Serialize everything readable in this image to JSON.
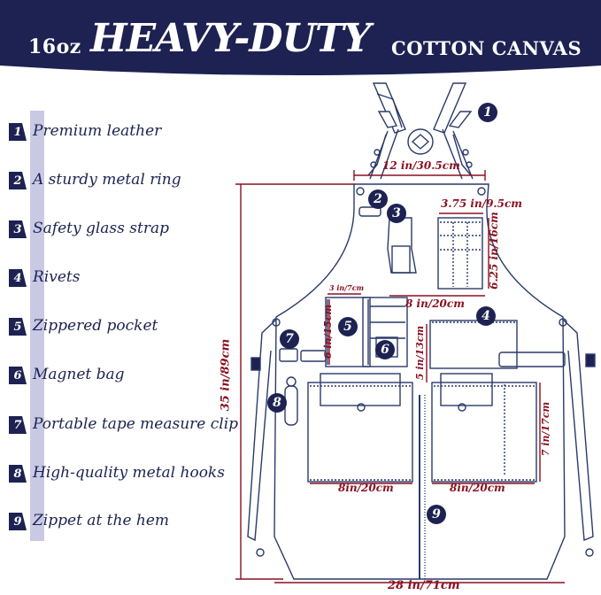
{
  "header": {
    "title_prefix": "16oz",
    "title_main": "HEAVY-DUTY",
    "title_suffix": "COTTON CANVAS",
    "bg_color": "#1d2252"
  },
  "features": [
    {
      "num": "1",
      "label": "Premium leather"
    },
    {
      "num": "2",
      "label": "A sturdy metal ring"
    },
    {
      "num": "3",
      "label": "Safety glass strap"
    },
    {
      "num": "4",
      "label": "Rivets"
    },
    {
      "num": "5",
      "label": "Zippered pocket"
    },
    {
      "num": "6",
      "label": "Magnet bag"
    },
    {
      "num": "7",
      "label": "Portable tape measure clip"
    },
    {
      "num": "8",
      "label": "High-quality metal hooks"
    },
    {
      "num": "9",
      "label": "Zippet at the hem"
    }
  ],
  "dimensions": {
    "neck_width": "12 in/30.5cm",
    "top_pocket_width": "3.75 in/9.5cm",
    "top_pocket_height": "6.25 in/16cm",
    "chest_pocket_width": "8 in/20cm",
    "small_pocket_width": "3 in/7cm",
    "small_pocket_height": "6 in/15cm",
    "mid_height": "5 in/13cm",
    "total_length": "35 in/89cm",
    "right_pocket_height": "7 in/17cm",
    "left_pocket_width": "8in/20cm",
    "right_pocket_width": "8in/20cm",
    "total_width": "28 in/71cm"
  },
  "markers": [
    "1",
    "2",
    "3",
    "4",
    "5",
    "6",
    "7",
    "8",
    "9"
  ],
  "colors": {
    "navy": "#1d2252",
    "dim_red": "#8a1020",
    "outline": "#2a3a6a",
    "bar": "#c9c9e4"
  }
}
